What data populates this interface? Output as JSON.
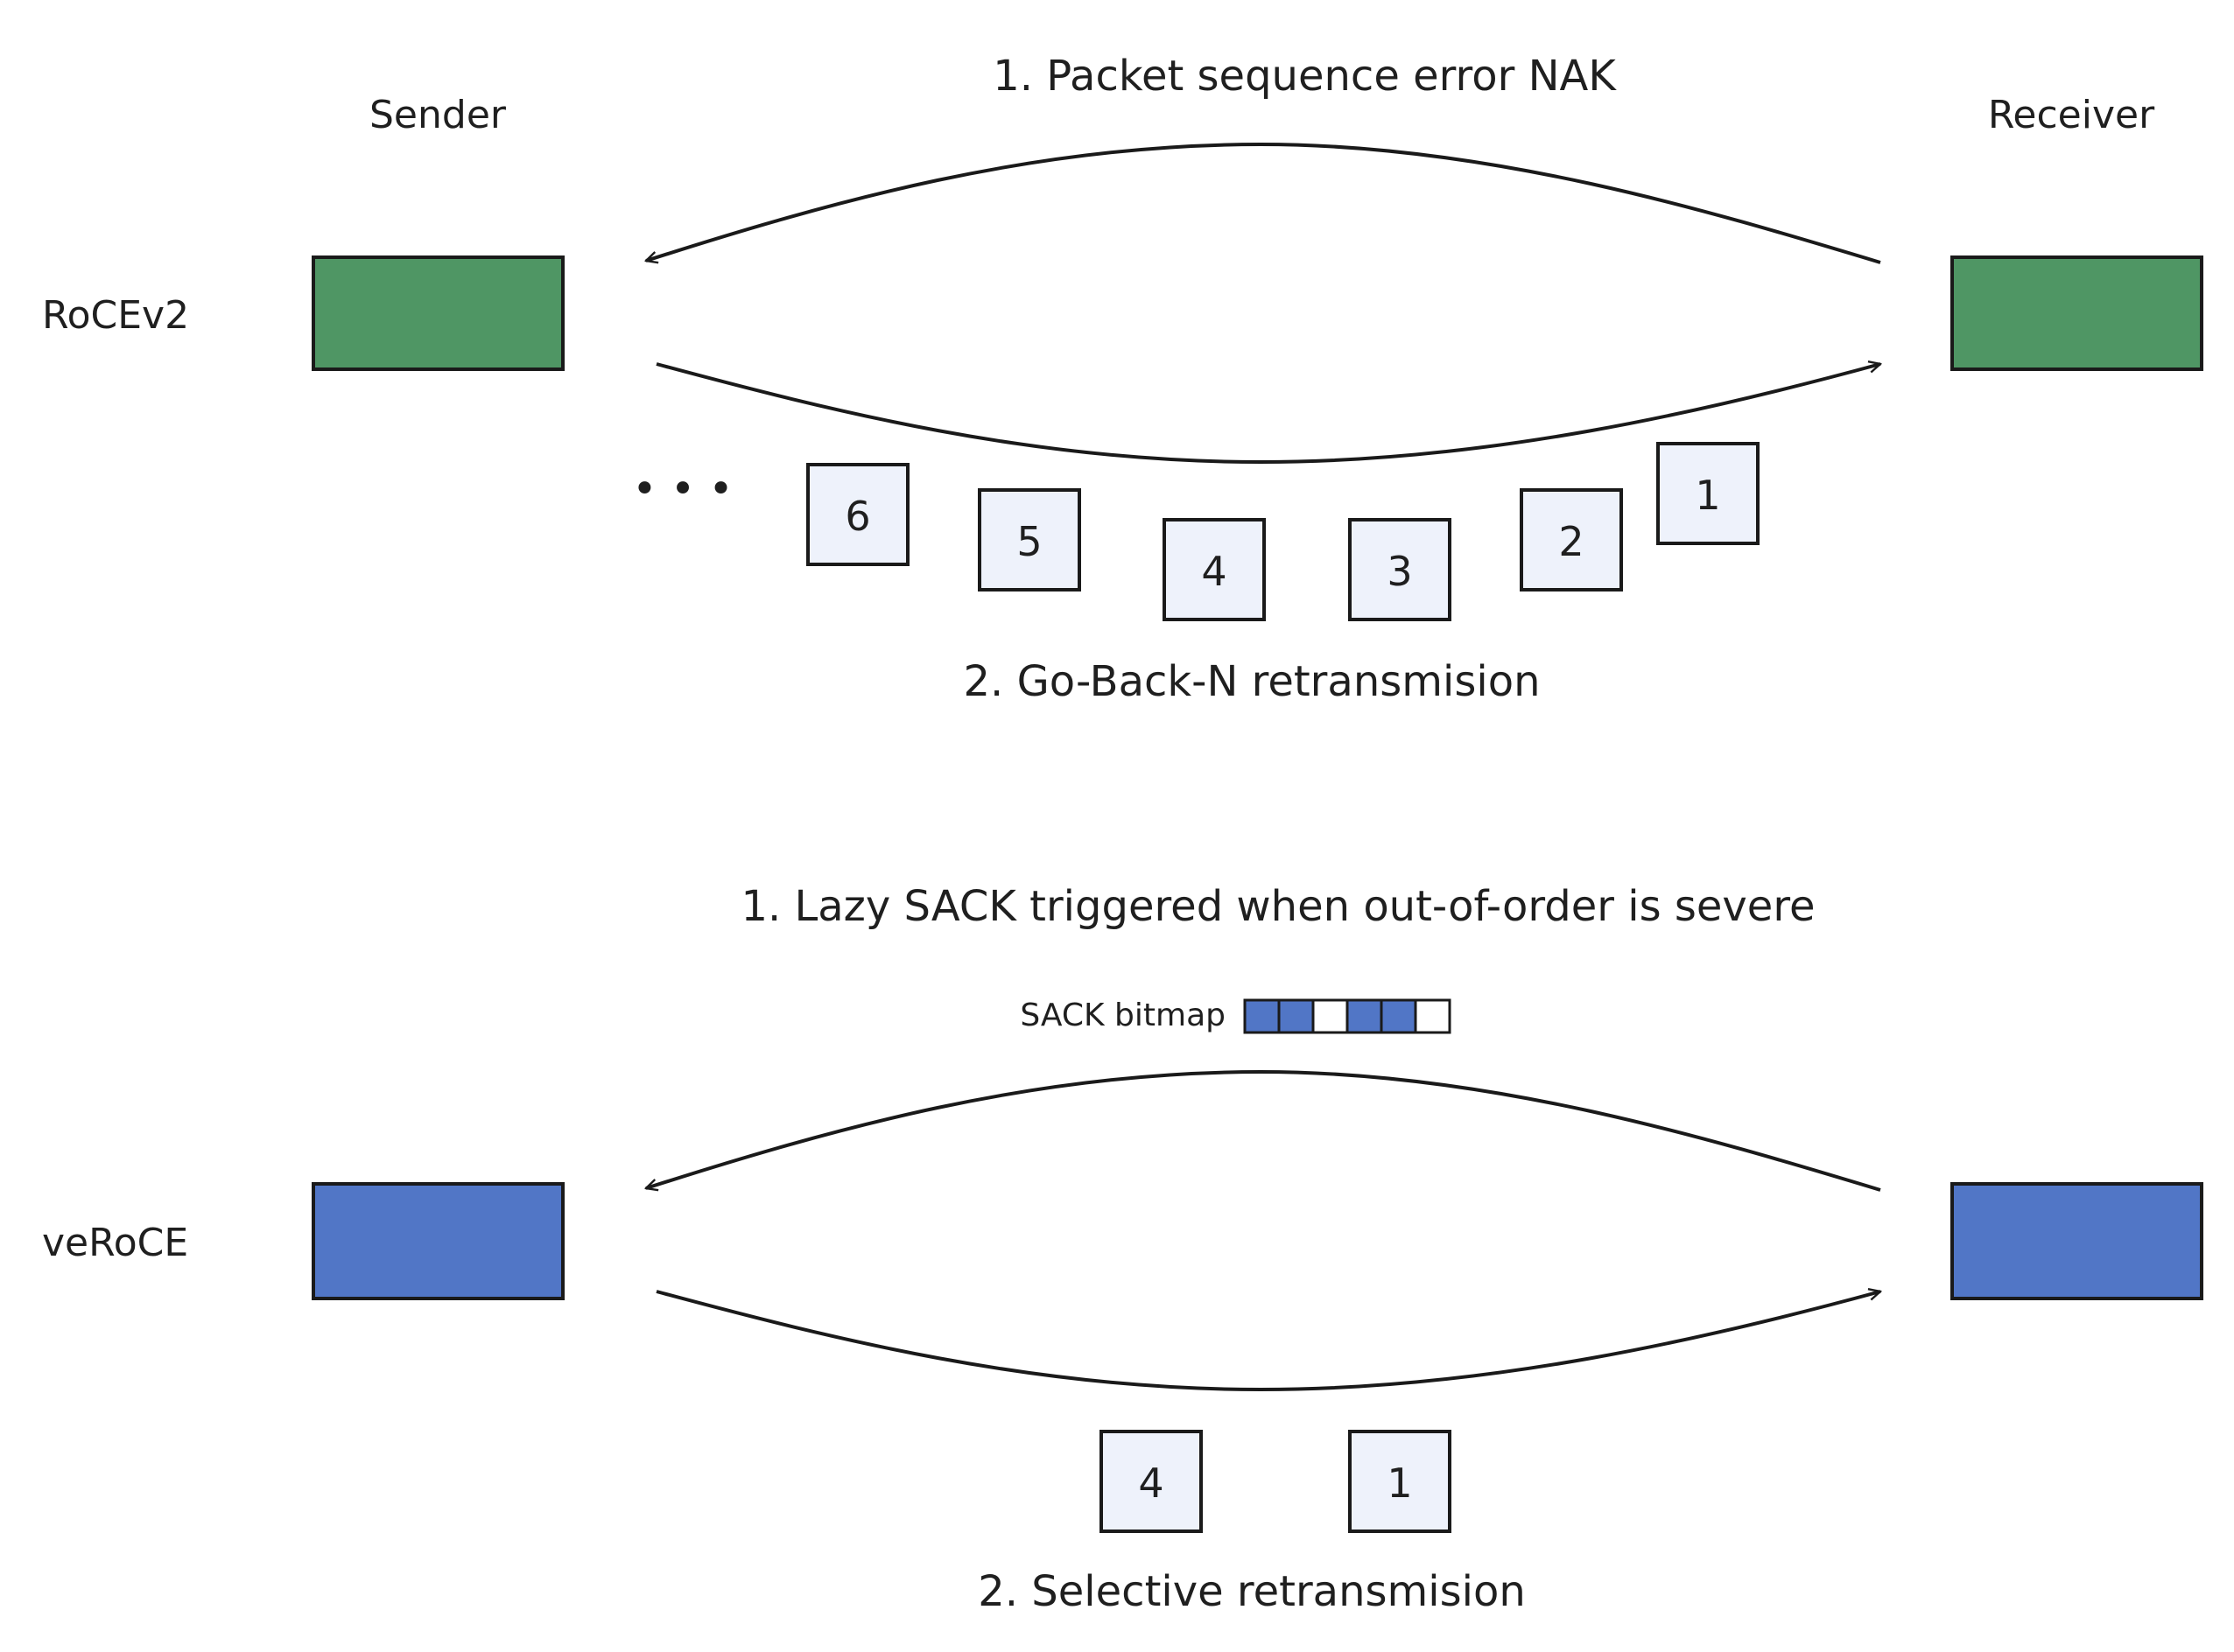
{
  "header": {
    "sender_label": "Sender",
    "receiver_label": "Receiver"
  },
  "colors": {
    "rocev2": "#4f9664",
    "veroce": "#5176c6",
    "packet_fill": "#eef2fb",
    "stroke": "#1a1a1a"
  },
  "rocev2": {
    "name": "RoCEv2",
    "top_caption": "1. Packet sequence error NAK",
    "bottom_caption": "2. Go-Back-N retransmision",
    "ellipsis": "• • •",
    "packets": [
      "6",
      "5",
      "4",
      "3",
      "2",
      "1"
    ]
  },
  "veroce": {
    "name": "veRoCE",
    "top_caption": "1. Lazy SACK triggered when out-of-order is severe",
    "bitmap_label": "SACK bitmap",
    "bitmap": [
      1,
      1,
      0,
      1,
      1,
      0
    ],
    "bottom_caption": "2. Selective retransmision",
    "packets": [
      "4",
      "1"
    ]
  }
}
